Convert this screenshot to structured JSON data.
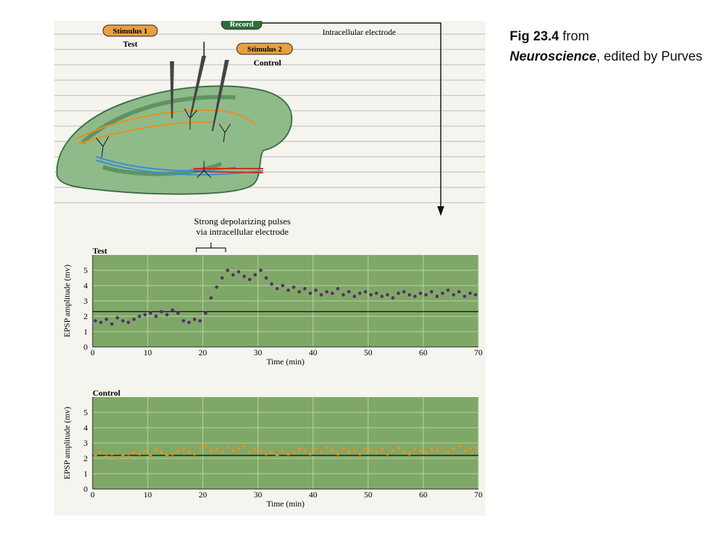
{
  "caption": {
    "fig": "Fig 23.4",
    "from": " from",
    "book": "Neuroscience",
    "edited": ", edited by Purves"
  },
  "diagram": {
    "stimulus1": "Stimulus 1",
    "test": "Test",
    "record": "Record",
    "stimulus2": "Stimulus 2",
    "control": "Control",
    "intracellular": "Intracellular electrode",
    "pulses_line1": "Strong depolarizing pulses",
    "pulses_line2": "via intracellular electrode"
  },
  "colors": {
    "plot_bg": "#7fa868",
    "test_points": "#5a2a6e",
    "control_points": "#e8901c",
    "stimulus_box": "#e8a040",
    "record_box": "#2f6e3a",
    "tissue": "#8fba8a"
  },
  "chart_data": [
    {
      "type": "scatter",
      "title": "Test",
      "xlabel": "Time (min)",
      "ylabel": "EPSP amplitude (mv)",
      "xlim": [
        0,
        70
      ],
      "ylim": [
        0,
        6
      ],
      "xticks": [
        0,
        10,
        20,
        30,
        40,
        50,
        60,
        70
      ],
      "yticks": [
        0,
        1,
        2,
        3,
        4,
        5
      ],
      "baseline": 2.3,
      "grid": true,
      "series": [
        {
          "x": [
            0.5,
            1.5,
            2.5,
            3.5,
            4.5,
            5.5,
            6.5,
            7.5,
            8.5,
            9.5,
            10.5,
            11.5,
            12.5,
            13.5,
            14.5,
            15.5,
            16.5,
            17.5,
            18.5,
            19.5,
            20.5,
            21.5,
            22.5,
            23.5,
            24.5,
            25.5,
            26.5,
            27.5,
            28.5,
            29.5,
            30.5,
            31.5,
            32.5,
            33.5,
            34.5,
            35.5,
            36.5,
            37.5,
            38.5,
            39.5,
            40.5,
            41.5,
            42.5,
            43.5,
            44.5,
            45.5,
            46.5,
            47.5,
            48.5,
            49.5,
            50.5,
            51.5,
            52.5,
            53.5,
            54.5,
            55.5,
            56.5,
            57.5,
            58.5,
            59.5,
            60.5,
            61.5,
            62.5,
            63.5,
            64.5,
            65.5,
            66.5,
            67.5,
            68.5,
            69.5
          ],
          "y": [
            1.7,
            1.6,
            1.8,
            1.5,
            1.9,
            1.7,
            1.6,
            1.8,
            2.0,
            2.1,
            2.2,
            2.0,
            2.3,
            2.1,
            2.4,
            2.2,
            1.7,
            1.6,
            1.8,
            1.7,
            2.2,
            3.2,
            3.9,
            4.5,
            5.0,
            4.7,
            4.9,
            4.6,
            4.4,
            4.7,
            5.0,
            4.5,
            4.1,
            3.8,
            4.0,
            3.7,
            3.9,
            3.6,
            3.8,
            3.5,
            3.7,
            3.4,
            3.6,
            3.5,
            3.8,
            3.4,
            3.6,
            3.3,
            3.5,
            3.6,
            3.4,
            3.5,
            3.3,
            3.4,
            3.2,
            3.5,
            3.6,
            3.4,
            3.3,
            3.5,
            3.4,
            3.6,
            3.3,
            3.5,
            3.7,
            3.4,
            3.6,
            3.3,
            3.5,
            3.4
          ]
        }
      ]
    },
    {
      "type": "scatter",
      "title": "Control",
      "xlabel": "Time (min)",
      "ylabel": "EPSP amplitude (mv)",
      "xlim": [
        0,
        70
      ],
      "ylim": [
        0,
        6
      ],
      "xticks": [
        0,
        10,
        20,
        30,
        40,
        50,
        60,
        70
      ],
      "yticks": [
        0,
        1,
        2,
        3,
        4,
        5
      ],
      "baseline": 2.2,
      "grid": true,
      "series": [
        {
          "x": [
            0.5,
            1.5,
            2.5,
            3.5,
            4.5,
            5.5,
            6.5,
            7.5,
            8.5,
            9.5,
            10.5,
            11.5,
            12.5,
            13.5,
            14.5,
            15.5,
            16.5,
            17.5,
            18.5,
            19.5,
            20.5,
            21.5,
            22.5,
            23.5,
            24.5,
            25.5,
            26.5,
            27.5,
            28.5,
            29.5,
            30.5,
            31.5,
            32.5,
            33.5,
            34.5,
            35.5,
            36.5,
            37.5,
            38.5,
            39.5,
            40.5,
            41.5,
            42.5,
            43.5,
            44.5,
            45.5,
            46.5,
            47.5,
            48.5,
            49.5,
            50.5,
            51.5,
            52.5,
            53.5,
            54.5,
            55.5,
            56.5,
            57.5,
            58.5,
            59.5,
            60.5,
            61.5,
            62.5,
            63.5,
            64.5,
            65.5,
            66.5,
            67.5,
            68.5,
            69.5
          ],
          "y": [
            2.2,
            2.4,
            2.1,
            2.3,
            2.0,
            2.2,
            2.1,
            2.4,
            2.3,
            2.5,
            2.2,
            2.6,
            2.4,
            2.2,
            2.3,
            2.5,
            2.6,
            2.4,
            2.3,
            2.7,
            2.8,
            2.5,
            2.6,
            2.4,
            2.7,
            2.5,
            2.6,
            2.8,
            2.4,
            2.6,
            2.5,
            2.3,
            2.4,
            2.2,
            2.5,
            2.3,
            2.4,
            2.6,
            2.5,
            2.3,
            2.6,
            2.4,
            2.7,
            2.5,
            2.3,
            2.6,
            2.4,
            2.5,
            2.3,
            2.6,
            2.5,
            2.4,
            2.6,
            2.3,
            2.5,
            2.7,
            2.4,
            2.3,
            2.6,
            2.5,
            2.4,
            2.6,
            2.5,
            2.7,
            2.4,
            2.6,
            2.8,
            2.5,
            2.6,
            2.7
          ]
        }
      ]
    }
  ]
}
